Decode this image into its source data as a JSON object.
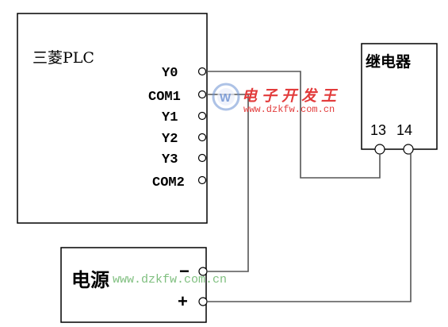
{
  "plc": {
    "title": "三菱PLC",
    "terminals": [
      "Y0",
      "COM1",
      "Y1",
      "Y2",
      "Y3",
      "COM2"
    ]
  },
  "relay": {
    "title": "继电器",
    "terminals": [
      "13",
      "14"
    ]
  },
  "power": {
    "title": "电源",
    "minus": "−",
    "plus": "+"
  },
  "watermark": {
    "brand": "电子开发王",
    "url_small": "www.dzkfw.com.cn",
    "url_large": "www.dzkfw.com.cn",
    "logo_color": "#6a8fd1",
    "text_color": "#e23b3b",
    "url2_color": "#7fbf7f"
  }
}
